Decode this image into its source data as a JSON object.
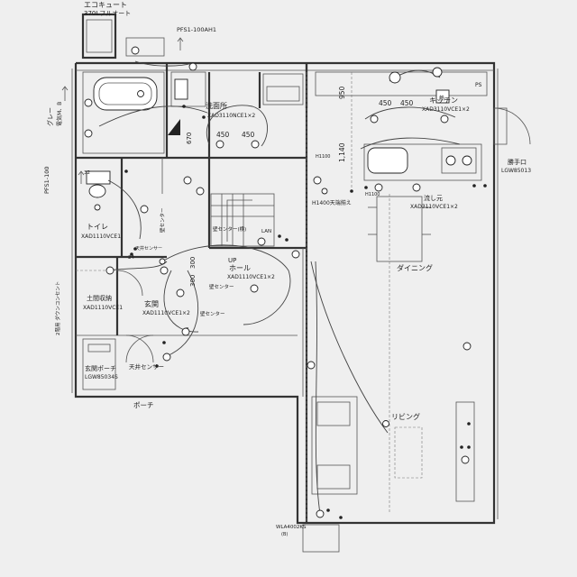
{
  "labels": {
    "ecocute": "エコキュート",
    "ecocute_sub": "370Lフルオート",
    "pfs_top": "PFS1-100AH1",
    "gray": "グレー",
    "gray_sub": "電気M、B",
    "pfs_left": "PFS1-100",
    "senmenjo": "洗面所",
    "senmenjo_fix": "XAD3110NCE1×2",
    "dim_450_a": "450",
    "dim_450_b": "450",
    "dim_670": "670",
    "dim_950": "950",
    "dim_1140": "1,140",
    "kitchen": "キッチン",
    "kitchen_fix": "XAD3110VCE1×2",
    "dim_450_c": "450",
    "dim_450_d": "450",
    "ps": "PS",
    "katteguchi": "勝手口",
    "katteguchi_fix": "LGW85013",
    "nagashimoto": "流し元",
    "nagashimoto_fix": "XAD3110VCE1×2",
    "h1400": "H1400天端揃え",
    "h1100_a": "H1100",
    "h1100_b": "H1100",
    "toilet": "トイレ",
    "toilet_fix": "XAD1110VCE1",
    "hall": "ホール",
    "hall_fix": "XAD1110VCE1×2",
    "up": "UP",
    "dim_300_a": "300",
    "dim_300_b": "300",
    "wall_center_a": "壁センター",
    "wall_center_b": "壁センター",
    "wall_center_c": "壁センター",
    "wall_center_d": "壁センター(横)",
    "doma": "土間収納",
    "doma_fix": "XAD1110VCE1",
    "genkan": "玄関",
    "genkan_fix": "XAD1110VCE1×2",
    "porch_light": "玄関ポーチ",
    "porch_light_fix": "LGW85034S",
    "tenjo_sensor": "天井センサー",
    "porch": "ポーチ",
    "dining": "ダイニング",
    "living": "リビング",
    "outdoor_fix": "WLA4002KS",
    "outdoor_sub": "(B)",
    "lan": "LAN",
    "num_2": "2",
    "num_32": "32",
    "num_24": "24",
    "tenjo_small": "天井センサー",
    "left_vertical": "2階用 ダウンコンセント",
    "heater": "熱"
  }
}
